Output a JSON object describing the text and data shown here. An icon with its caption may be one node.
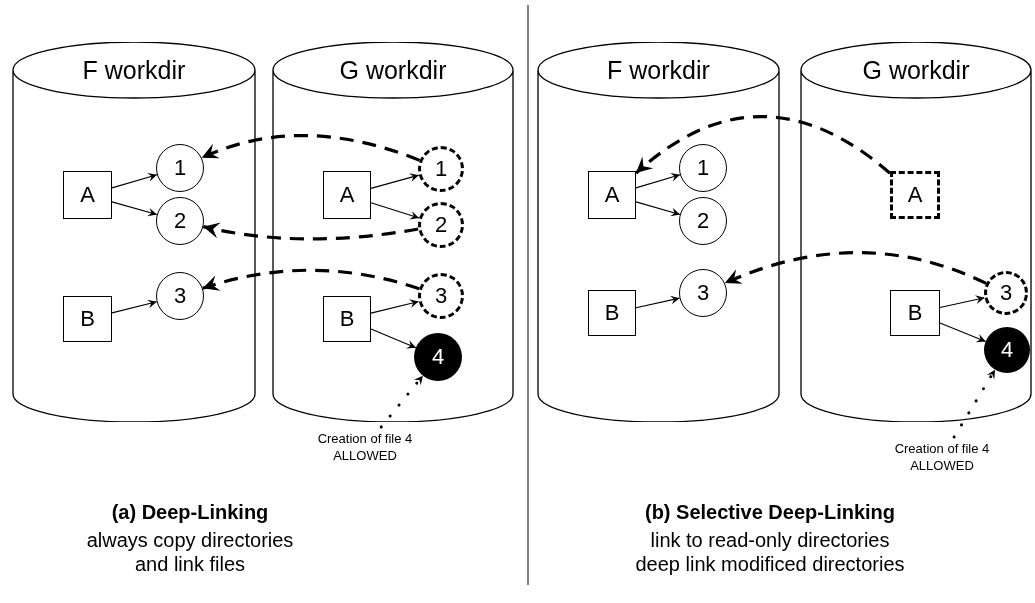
{
  "diagram": {
    "nodes": [
      {
        "text": [
          "F workdir"
        ]
      },
      {
        "text": [
          "A"
        ],
        "in": 0
      },
      {
        "text": [
          "1"
        ],
        "in": 0
      },
      {
        "text": [
          "2"
        ],
        "in": 0
      },
      {
        "text": [
          "B"
        ],
        "in": 0
      },
      {
        "text": [
          "3"
        ],
        "in": 0
      },
      {
        "text": [
          "G workdir"
        ]
      },
      {
        "text": [
          "1"
        ],
        "in": 6
      },
      {
        "text": [
          "A"
        ],
        "in": 6
      },
      {
        "text": [
          "2"
        ],
        "in": 6
      },
      {
        "text": [
          "3"
        ],
        "in": 6
      },
      {
        "text": [
          "B"
        ],
        "in": 6
      },
      {
        "text": [
          "4"
        ],
        "in": 6
      },
      {
        "text": [
          "Creation of file 4 ALLOWED"
        ]
      },
      {
        "text": [
          "F workdir"
        ]
      },
      {
        "text": [
          "A"
        ],
        "in": 14
      },
      {
        "text": [
          "1"
        ],
        "in": 14
      },
      {
        "text": [
          "2"
        ],
        "in": 14
      },
      {
        "text": [
          "B"
        ],
        "in": 14
      },
      {
        "text": [
          "3"
        ],
        "in": 14
      },
      {
        "text": [
          "G workdir"
        ]
      },
      {
        "text": [
          "A"
        ],
        "in": 20
      },
      {
        "text": [
          "B"
        ],
        "in": 20
      },
      {
        "text": [
          "3"
        ],
        "in": 20
      },
      {
        "text": [
          "4"
        ],
        "in": 20
      },
      {
        "text": [
          "Creation of file 4 ALLOWED"
        ]
      }
    ],
    "edges": [
      {
        "from": 1,
        "to": 2,
        "arrow": "to"
      },
      {
        "from": 1,
        "to": 3,
        "arrow": "to"
      },
      {
        "from": 4,
        "to": 5,
        "arrow": "to"
      },
      {
        "from": 8,
        "to": 7,
        "arrow": "to"
      },
      {
        "from": 8,
        "to": 9,
        "arrow": "to"
      },
      {
        "from": 11,
        "to": 10,
        "arrow": "to"
      },
      {
        "from": 11,
        "to": 12,
        "arrow": "to"
      },
      {
        "from": 7,
        "to": 2,
        "arrow": "to",
        "style": "dashed"
      },
      {
        "from": 9,
        "to": 3,
        "arrow": "to",
        "style": "dashed"
      },
      {
        "from": 10,
        "to": 5,
        "arrow": "to",
        "style": "dashed"
      },
      {
        "from": 13,
        "to": 12,
        "arrow": "to",
        "style": "dashed"
      },
      {
        "from": 15,
        "to": 16,
        "arrow": "to"
      },
      {
        "from": 15,
        "to": 17,
        "arrow": "to"
      },
      {
        "from": 18,
        "to": 19,
        "arrow": "to"
      },
      {
        "from": 21,
        "to": 15,
        "arrow": "to",
        "style": "dashed"
      },
      {
        "from": 23,
        "to": 19,
        "arrow": "to",
        "style": "dashed"
      },
      {
        "from": 22,
        "to": 23,
        "arrow": "to"
      },
      {
        "from": 22,
        "to": 24,
        "arrow": "to"
      },
      {
        "from": 25,
        "to": 24,
        "arrow": "to",
        "style": "dashed"
      }
    ],
    "labels": [
      "(a) Deep-Linking",
      "always copy directories and link files",
      "(b) Selective Deep-Linking",
      "link to read-only directories deep link modificed directories"
    ]
  }
}
